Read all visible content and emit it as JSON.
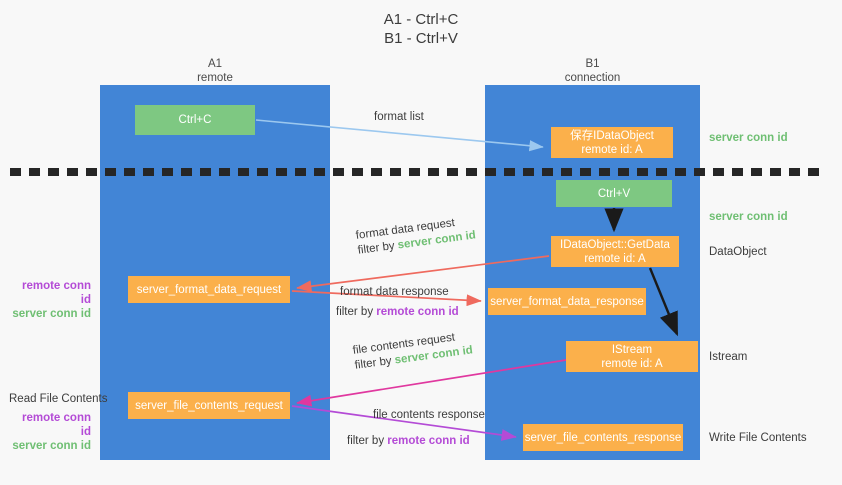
{
  "title": {
    "line1": "A1 - Ctrl+C",
    "line2": "B1 - Ctrl+V"
  },
  "columns": [
    {
      "name": "A1",
      "sub": "remote"
    },
    {
      "name": "B1",
      "sub": "connection"
    }
  ],
  "nodes": {
    "ctrl_c": {
      "label": "Ctrl+C",
      "color": "#7ec882"
    },
    "save_dataobject": {
      "line1": "保存IDataObject",
      "line2": "remote id: A",
      "color": "#fbb04b"
    },
    "ctrl_v": {
      "label": "Ctrl+V",
      "color": "#7ec882"
    },
    "get_data": {
      "line1": "IDataObject::GetData",
      "line2": "remote id: A",
      "color": "#fbb04b"
    },
    "format_data_request": {
      "label": "server_format_data_request",
      "color": "#fbb04b"
    },
    "format_data_response": {
      "label": "server_format_data_response",
      "color": "#fbb04b"
    },
    "istream": {
      "line1": "IStream",
      "line2": "remote id: A",
      "color": "#fbb04b"
    },
    "file_contents_request": {
      "label": "server_file_contents_request",
      "color": "#fbb04b"
    },
    "file_contents_response": {
      "label": "server_file_contents_response",
      "color": "#fbb04b"
    }
  },
  "edge_labels": {
    "format_list": "format list",
    "format_data_request": "format data request",
    "filter_by": "filter by ",
    "server_conn_id": "server conn id",
    "remote_conn_id": "remote conn id",
    "format_data_response": "format data response",
    "file_contents_request": "file contents request",
    "file_contents_response": "file contents response"
  },
  "side_labels": {
    "server_conn_id_top": "server conn id",
    "server_conn_id_mid": "server conn id",
    "dataobject": "DataObject",
    "istream": "Istream",
    "write_file_contents": "Write File Contents",
    "read_file_contents": "Read File Contents",
    "remote_conn_id": "remote conn id",
    "server_conn_id": "server conn id"
  },
  "colors": {
    "lane_blue": "#4285d6",
    "node_green": "#7ec882",
    "node_orange": "#fbb04b",
    "green_text": "#6fbf73",
    "purple_text": "#b44bd6",
    "arrow_lightblue": "#9cc8ef",
    "arrow_red": "#ef6a5e",
    "arrow_magenta": "#e0389f",
    "arrow_purple": "#b44bd6",
    "arrow_black": "#1a1a1a"
  }
}
